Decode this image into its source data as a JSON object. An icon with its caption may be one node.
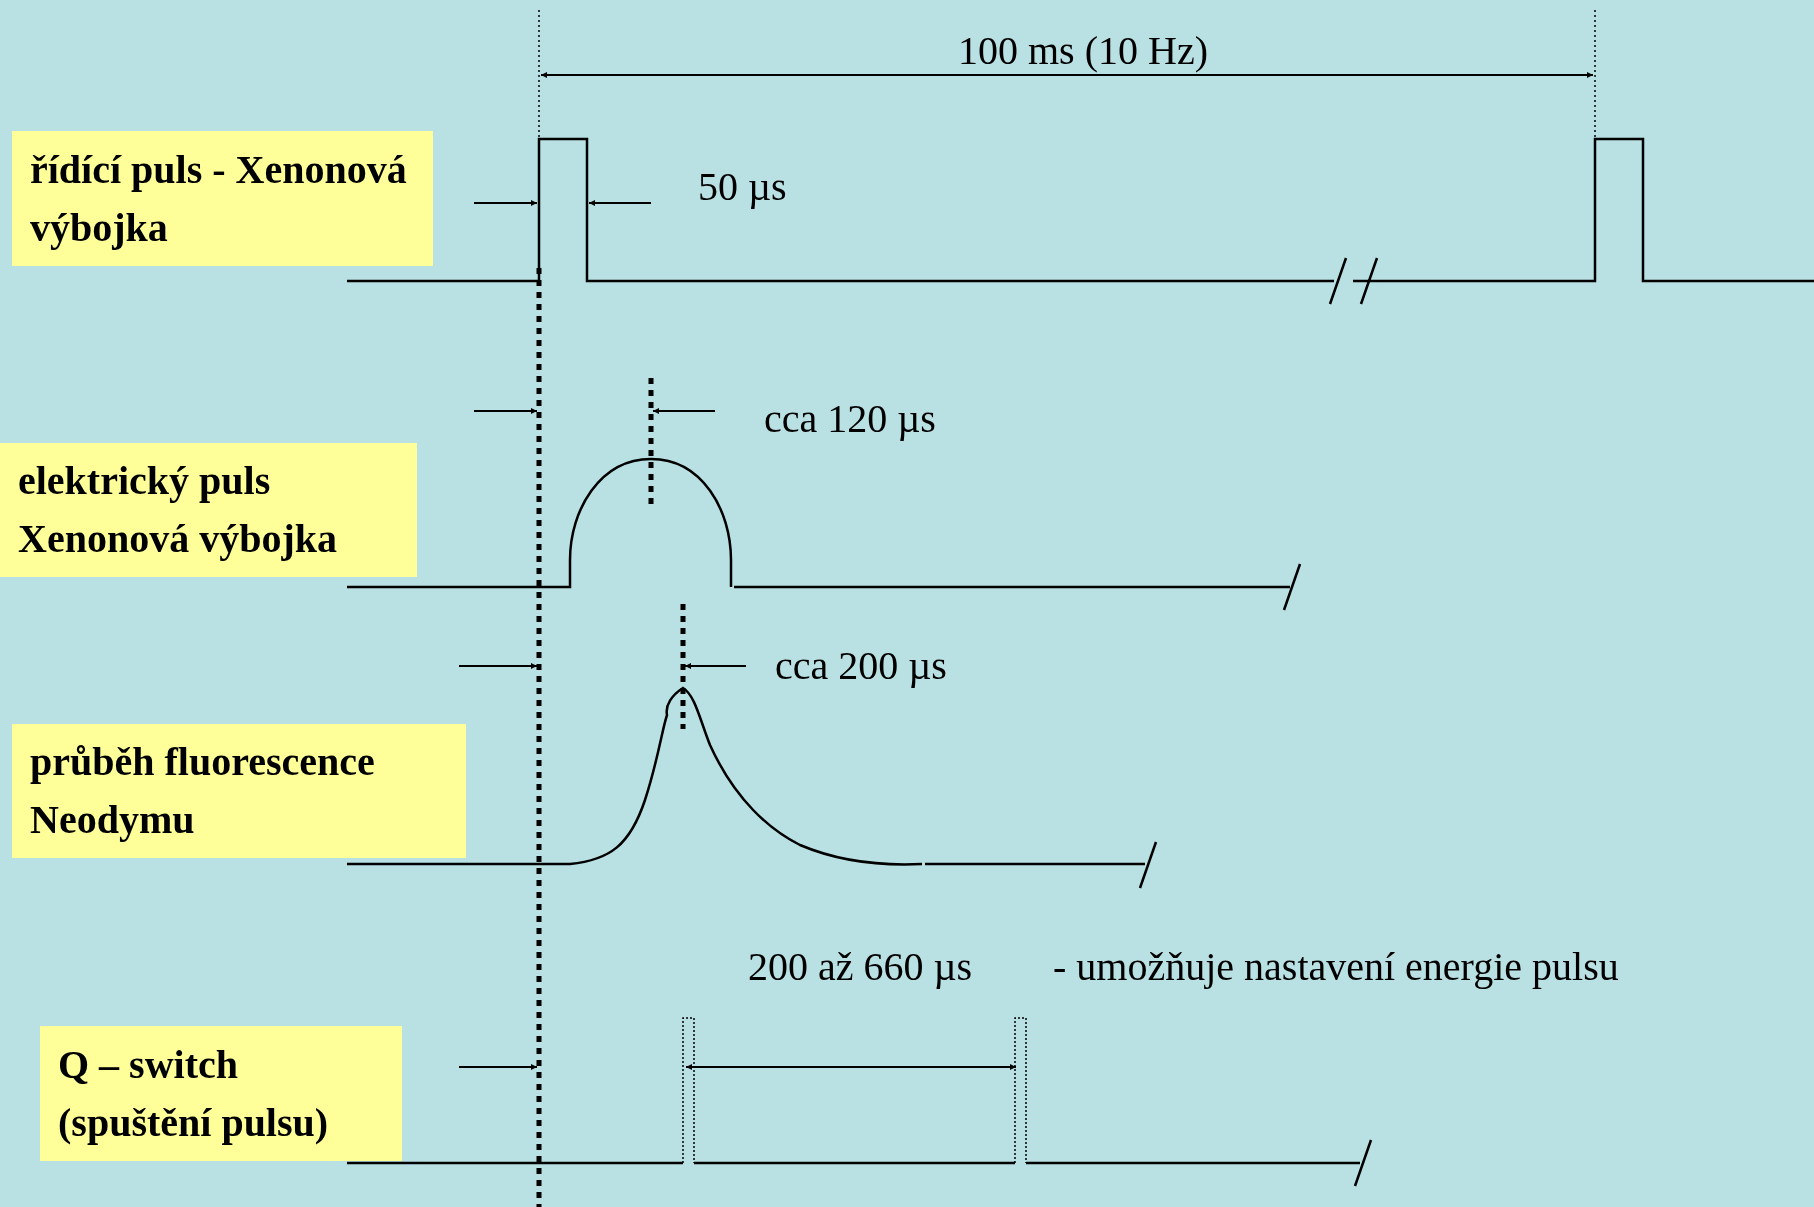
{
  "diagram": {
    "nodes": [
      {
        "text": [
          "řídící puls - Xenonová výbojka"
        ]
      },
      {
        "text": [
          "elektrický puls Xenonová výbojka"
        ]
      },
      {
        "text": [
          "průběh fluorescence Neodymu"
        ]
      },
      {
        "text": [
          "Q – switch (spuštění pulsu)"
        ]
      }
    ],
    "labels": [
      "100 ms (10 Hz)",
      "50 µs",
      "cca 120 µs",
      "cca 200 µs",
      "200 až 660 µs",
      "- umožňuje nastavení energie pulsu"
    ]
  }
}
